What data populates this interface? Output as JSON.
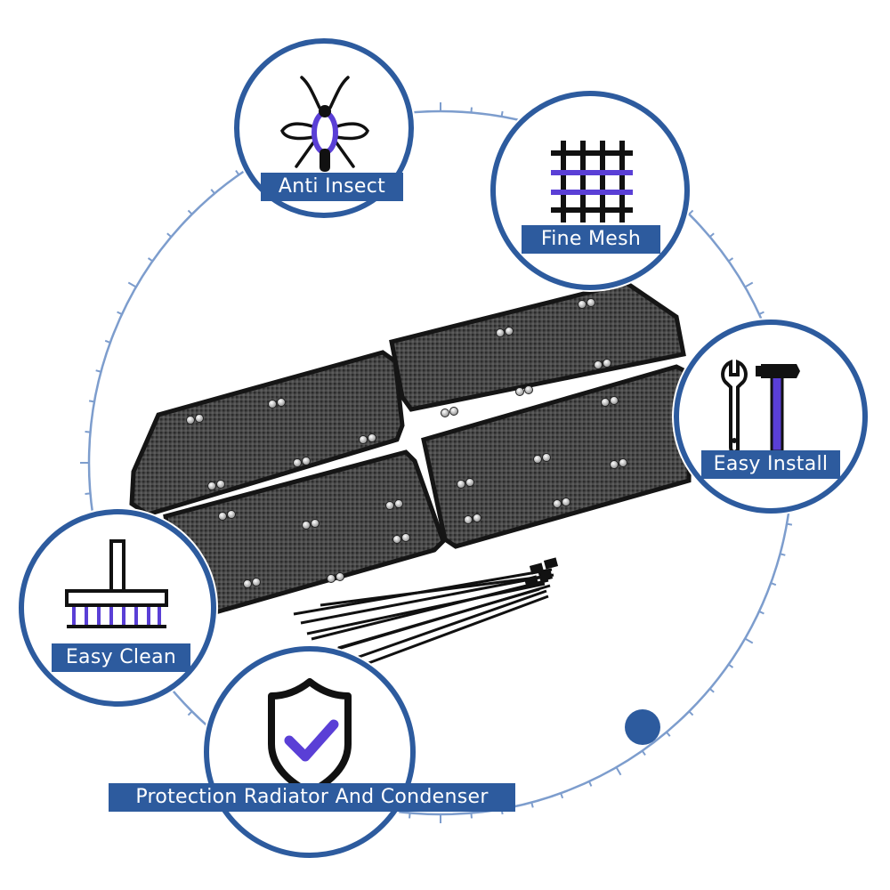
{
  "features": {
    "anti_insect": {
      "label": "Anti Insect",
      "icon": "mosquito-icon"
    },
    "fine_mesh": {
      "label": "Fine Mesh",
      "icon": "mesh-grid-icon"
    },
    "easy_install": {
      "label": "Easy Install",
      "icon": "wrench-hammer-icon"
    },
    "easy_clean": {
      "label": "Easy Clean",
      "icon": "brush-icon"
    },
    "protection": {
      "label": "Protection Radiator And Condenser",
      "icon": "shield-check-icon"
    }
  },
  "product": {
    "name": "grille mesh panels with cable ties",
    "panel_count": 4
  },
  "colors": {
    "brand_blue": "#2d5b9e",
    "accent_purple": "#5a3fd6",
    "mesh_dark": "#3a3a3a"
  }
}
